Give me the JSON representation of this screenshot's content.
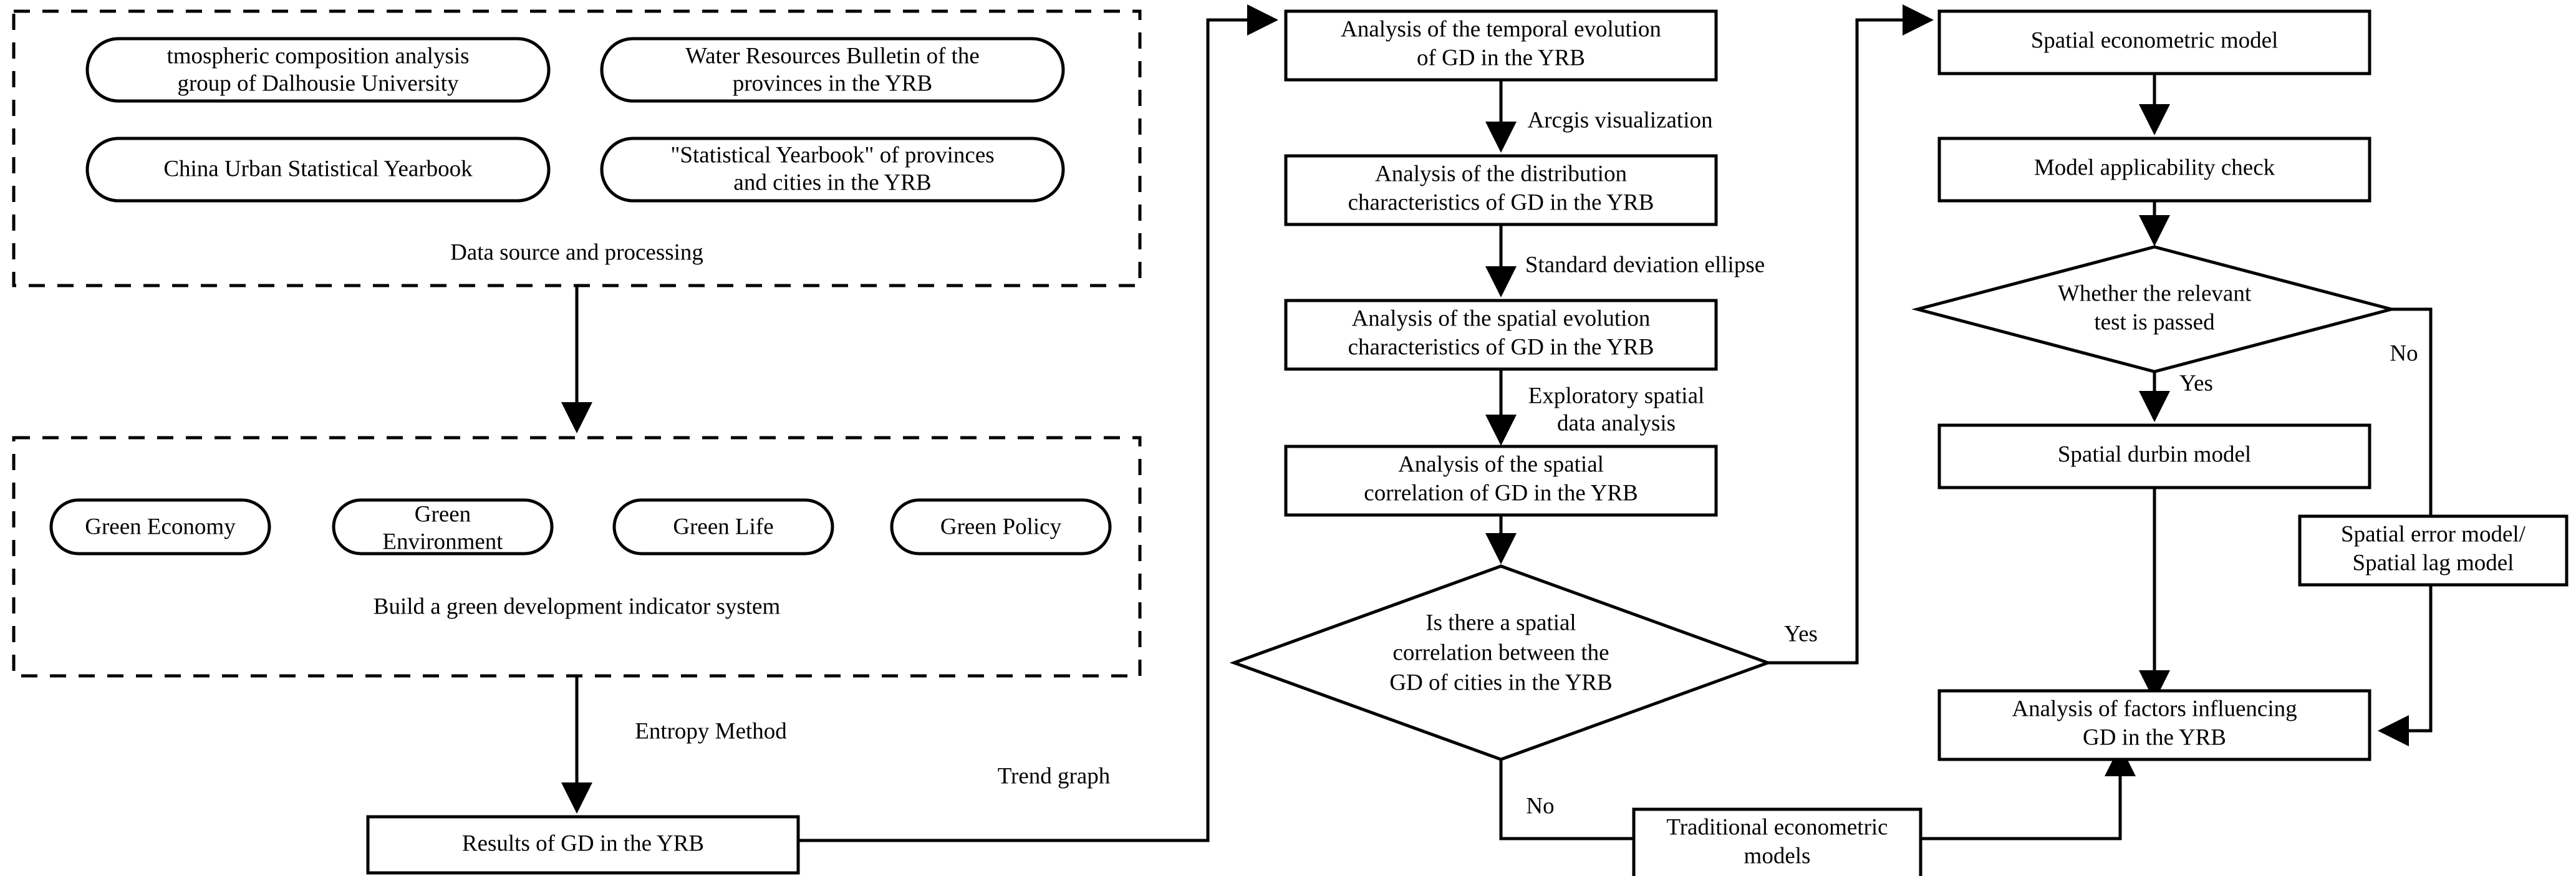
{
  "diagram": {
    "title": "Research framework flowchart for green development (GD) in the Yellow River Basin (YRB)",
    "groups": [
      {
        "id": "data-source-group",
        "label": "Data source and processing"
      },
      {
        "id": "indicator-group",
        "label": "Build a green development indicator system"
      }
    ],
    "data_sources": [
      {
        "id": "source-dalhousie",
        "label": "tmospheric composition analysis group of Dalhousie University",
        "line1": "tmospheric composition analysis",
        "line2": "group of Dalhousie University"
      },
      {
        "id": "source-water-bulletin",
        "label": "Water Resources Bulletin of the provinces in the YRB",
        "line1": "Water Resources Bulletin of the",
        "line2": "provinces in the YRB"
      },
      {
        "id": "source-urban-yearbook",
        "label": "China Urban Statistical Yearbook",
        "line1": "China Urban Statistical Yearbook",
        "line2": ""
      },
      {
        "id": "source-statistical-yearbook",
        "label": "\"Statistical Yearbook\" of provinces and cities in the YRB",
        "line1": "\"Statistical Yearbook\" of provinces",
        "line2": "and cities in the YRB"
      }
    ],
    "indicators": [
      {
        "id": "indicator-green-economy",
        "label": "Green Economy",
        "line1": "Green Economy",
        "line2": ""
      },
      {
        "id": "indicator-green-environment",
        "label": "Green Environment",
        "line1": "Green",
        "line2": "Environment"
      },
      {
        "id": "indicator-green-life",
        "label": "Green Life",
        "line1": "Green Life",
        "line2": ""
      },
      {
        "id": "indicator-green-policy",
        "label": "Green Policy",
        "line1": "Green Policy",
        "line2": ""
      }
    ],
    "process_nodes": [
      {
        "id": "node-results-gd",
        "label": "Results of GD in the YRB",
        "line1": "Results of GD in the YRB",
        "line2": ""
      },
      {
        "id": "node-temporal-evolution",
        "label": "Analysis of the temporal evolution of GD in the YRB",
        "line1": "Analysis of the temporal evolution",
        "line2": "of GD in the YRB"
      },
      {
        "id": "node-distribution-characteristics",
        "label": "Analysis of the distribution characteristics of GD in the YRB",
        "line1": "Analysis of the distribution",
        "line2": "characteristics of GD in the YRB"
      },
      {
        "id": "node-spatial-evolution",
        "label": "Analysis of the spatial evolution characteristics of GD in the YRB",
        "line1": "Analysis of the spatial evolution",
        "line2": "characteristics of GD in the YRB"
      },
      {
        "id": "node-spatial-correlation",
        "label": "Analysis of the spatial correlation of GD in the YRB",
        "line1": "Analysis of the spatial",
        "line2": "correlation of GD in the YRB"
      },
      {
        "id": "node-traditional-models",
        "label": "Traditional econometric models",
        "line1": "Traditional econometric",
        "line2": "models"
      },
      {
        "id": "node-spatial-econometric-model",
        "label": "Spatial econometric model",
        "line1": "Spatial econometric model",
        "line2": ""
      },
      {
        "id": "node-model-applicability",
        "label": "Model applicability check",
        "line1": "Model applicability check",
        "line2": ""
      },
      {
        "id": "node-spatial-durbin-model",
        "label": "Spatial durbin model",
        "line1": "Spatial durbin model",
        "line2": ""
      },
      {
        "id": "node-spatial-error-lag-model",
        "label": "Spatial error model/ Spatial lag model",
        "line1": "Spatial error model/",
        "line2": "Spatial lag model"
      },
      {
        "id": "node-factors-influencing",
        "label": "Analysis of factors influencing GD in the YRB",
        "line1": "Analysis of factors influencing",
        "line2": "GD in the YRB"
      }
    ],
    "decisions": [
      {
        "id": "decision-spatial-correlation",
        "label": "Is there a spatial correlation between the GD of cities in the YRB",
        "line1": "Is there a spatial",
        "line2": "correlation between the",
        "line3": "GD of cities in the YRB"
      },
      {
        "id": "decision-relevant-test",
        "label": "Whether the relevant test is passed",
        "line1": "Whether the relevant",
        "line2": "test is passed",
        "line3": ""
      }
    ],
    "edge_labels": [
      {
        "id": "edge-entropy-method",
        "label": "Entropy Method"
      },
      {
        "id": "edge-trend-graph",
        "label": "Trend graph"
      },
      {
        "id": "edge-arcgis-visualization",
        "label": "Arcgis visualization"
      },
      {
        "id": "edge-standard-deviation-ellipse",
        "label": "Standard deviation ellipse"
      },
      {
        "id": "edge-exploratory-spatial-1",
        "label": "Exploratory spatial"
      },
      {
        "id": "edge-exploratory-spatial-2",
        "label": "data analysis"
      },
      {
        "id": "edge-correlation-yes",
        "label": "Yes"
      },
      {
        "id": "edge-correlation-no",
        "label": "No"
      },
      {
        "id": "edge-test-yes",
        "label": "Yes"
      },
      {
        "id": "edge-test-no",
        "label": "No"
      }
    ],
    "colors": {
      "stroke": "#000000",
      "fill": "#ffffff",
      "text": "#000000"
    }
  }
}
